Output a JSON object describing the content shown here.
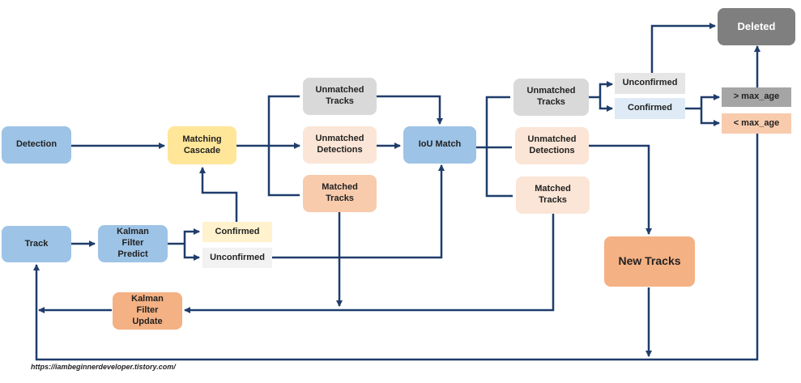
{
  "nodes": {
    "detection": {
      "label": "Detection",
      "color": "#9dc3e6"
    },
    "matching_cascade": {
      "label": "Matching\nCascade",
      "color": "#ffe699"
    },
    "unmatched_tracks_1": {
      "label": "Unmatched\nTracks",
      "color": "#d9d9d9"
    },
    "unmatched_detections_1": {
      "label": "Unmatched\nDetections",
      "color": "#fbe5d6"
    },
    "matched_tracks_1": {
      "label": "Matched\nTracks",
      "color": "#f8cbad"
    },
    "iou_match": {
      "label": "IoU Match",
      "color": "#9dc3e6"
    },
    "unmatched_tracks_2": {
      "label": "Unmatched\nTracks",
      "color": "#d9d9d9"
    },
    "unmatched_detections_2": {
      "label": "Unmatched\nDetections",
      "color": "#fbe5d6"
    },
    "matched_tracks_2": {
      "label": "Matched\nTracks",
      "color": "#fbe5d6"
    },
    "unconfirmed_top": {
      "label": "Unconfirmed",
      "color": "#e7e6e6"
    },
    "confirmed_top": {
      "label": "Confirmed",
      "color": "#deebf7"
    },
    "gt_max_age": {
      "label": "> max_age",
      "color": "#a5a5a5"
    },
    "lt_max_age": {
      "label": "< max_age",
      "color": "#f8cbad"
    },
    "deleted": {
      "label": "Deleted",
      "color": "#7f7f7f"
    },
    "new_tracks": {
      "label": "New Tracks",
      "color": "#f4b183"
    },
    "track": {
      "label": "Track",
      "color": "#9dc3e6"
    },
    "kalman_predict": {
      "label": "Kalman\nFilter\nPredict",
      "color": "#9dc3e6"
    },
    "confirmed_bottom": {
      "label": "Confirmed",
      "color": "#fff2cc"
    },
    "unconfirmed_bottom": {
      "label": "Unconfirmed",
      "color": "#f2f2f2"
    },
    "kalman_update": {
      "label": "Kalman\nFilter\nUpdate",
      "color": "#f4b183"
    }
  },
  "arrow_color": "#1f3d6b",
  "footer": "https://iambeginnerdeveloper.tistory.com/"
}
